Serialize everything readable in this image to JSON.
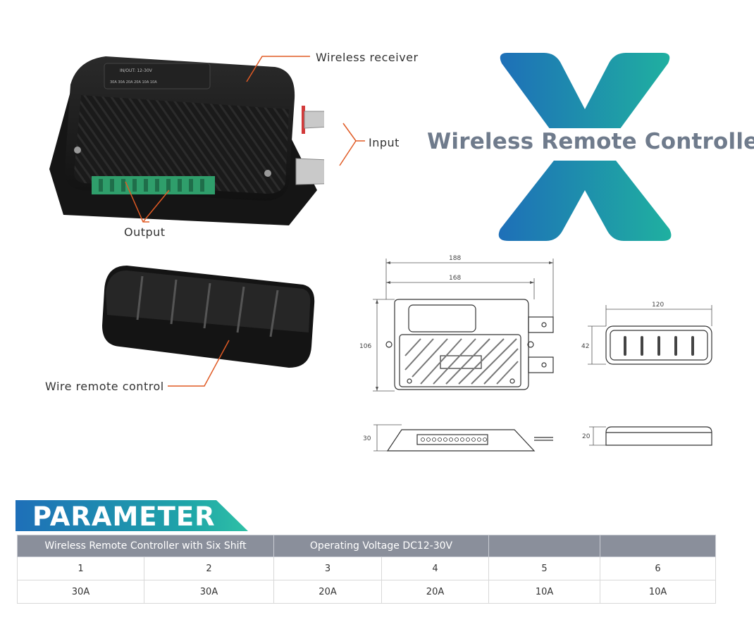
{
  "callouts": {
    "wireless_receiver": "Wireless receiver",
    "input": "Input",
    "output": "Output",
    "wire_remote": "Wire remote control"
  },
  "brand": {
    "title": "Wireless Remote Controller",
    "colors": {
      "gradient_start": "#1e6fb8",
      "gradient_end": "#1fb0a0",
      "title": "#6f7b8c",
      "callout_line": "#e05a24"
    }
  },
  "receiver_label": {
    "line1": "IN/OUT: 12-30V",
    "line2": "30A 30A 20A 20A 10A 10A"
  },
  "dimensions": {
    "top_overall": "188",
    "top_inner": "168",
    "top_height": "106",
    "side_height": "30",
    "remote_width": "120",
    "remote_height": "42",
    "remote_side": "20"
  },
  "parameter": {
    "title": "PARAMETER",
    "header": {
      "product": "Wireless Remote Controller with Six Shift",
      "voltage": "Operating Voltage   DC12-30V",
      "blank1": "",
      "blank2": ""
    },
    "channels": [
      "1",
      "2",
      "3",
      "4",
      "5",
      "6"
    ],
    "currents": [
      "30A",
      "30A",
      "20A",
      "20A",
      "10A",
      "10A"
    ]
  }
}
